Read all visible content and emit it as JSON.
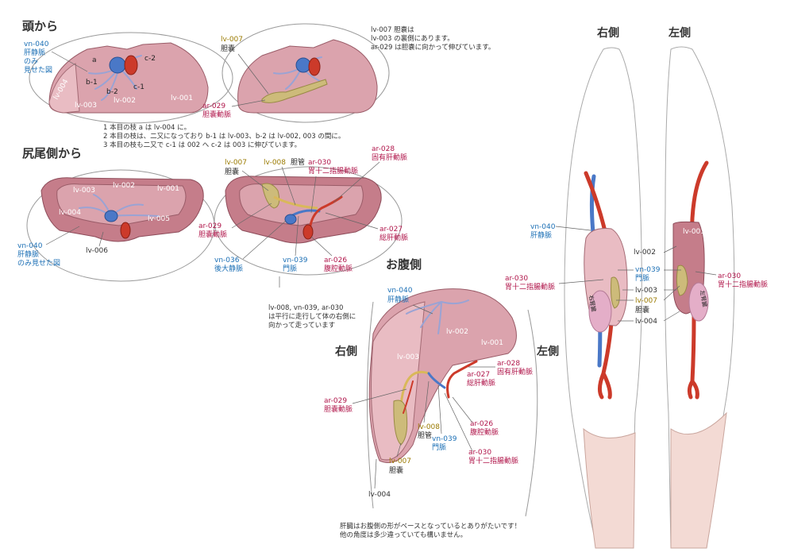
{
  "headings": {
    "from_head": "頭から",
    "from_tail": "尻尾側から",
    "belly_side": "お腹側",
    "right_side": "右側",
    "left_side": "左側"
  },
  "notes": {
    "gallbladder_1": "lv-007 胆嚢は",
    "gallbladder_2": "lv-003 の裏側にあります。",
    "gallbladder_3": "ar-029 は胆嚢に向かって伸びています。",
    "branch_1": "1 本目の枝 a は lv-004 に。",
    "branch_2": "2 本目の枝は、二又になっており b-1 は lv-003、b-2 は lv-002, 003 の間に。",
    "branch_3": "3 本目の枝も二又で c-1 は 002 へ c-2 は 003 に伸びています。",
    "parallel_1": "lv-008, vn-039, ar-030",
    "parallel_2": "は平行に走行して体の右側に",
    "parallel_3": "向かって走っています",
    "footer_1": "肝臓はお腹側の形がベースとなっているとありがたいです！",
    "footer_2": "他の角度は多少違っていても構いません。"
  },
  "labels": {
    "vn040": "vn-040",
    "hepatic_vein": "肝静脈",
    "only": "のみ",
    "shown_fig": "見せた図",
    "hepatic_vein_only_fig": "のみ見せた図",
    "lv001": "lv-001",
    "lv002": "lv-002",
    "lv003": "lv-003",
    "lv004": "lv-004",
    "lv005": "lv-005",
    "lv006": "lv-006",
    "lv007": "lv-007",
    "lv008": "lv-008",
    "gallbladder": "胆嚢",
    "bile_duct": "胆管",
    "ar026": "ar-026",
    "celiac": "腹腔動脈",
    "ar027": "ar-027",
    "common_hepatic": "総肝動脈",
    "ar028": "ar-028",
    "proper_hepatic": "固有肝動脈",
    "ar029": "ar-029",
    "cystic_artery": "胆嚢動脈",
    "ar030": "ar-030",
    "gastroduodenal": "胃十二指腸動脈",
    "vn036": "vn-036",
    "vena_cava": "後大静脈",
    "vn039": "vn-039",
    "portal_vein": "門脈",
    "a": "a",
    "b1": "b-1",
    "b2": "b-2",
    "c1": "c-1",
    "c2": "c-2",
    "right_kidney": "右腎臓",
    "left_kidney": "左腎臓"
  },
  "colors": {
    "liver": "#dba3ad",
    "vein_label": "#1b6fb5",
    "artery_label": "#b0154a",
    "gallbladder_label": "#9a7a00"
  }
}
